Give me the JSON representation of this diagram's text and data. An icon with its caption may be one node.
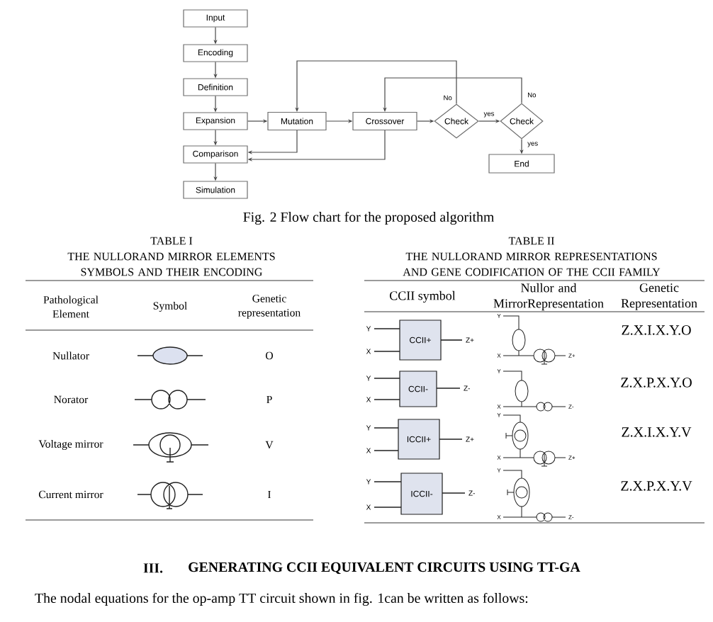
{
  "diagram": {
    "caption": "Fig. 2 Flow chart for the proposed algorithm",
    "nodes": [
      {
        "text": [
          "Input"
        ]
      },
      {
        "text": [
          "Encoding"
        ]
      },
      {
        "text": [
          "Definition"
        ]
      },
      {
        "text": [
          "Expansion"
        ]
      },
      {
        "text": [
          "Mutation"
        ]
      },
      {
        "text": [
          "Crossover"
        ]
      },
      {
        "text": [
          "Check"
        ]
      },
      {
        "text": [
          "Check"
        ]
      },
      {
        "text": [
          "Comparison"
        ]
      },
      {
        "text": [
          "End"
        ]
      },
      {
        "text": [
          "Simulation"
        ]
      },
      {
        "text": [
          "CCII+"
        ],
        "beside": [
          "Y",
          "X",
          "Z+"
        ]
      },
      {
        "text": [
          "CCII-"
        ],
        "beside": [
          "Y",
          "X",
          "Z-"
        ]
      },
      {
        "text": [
          "ICCII+"
        ],
        "beside": [
          "Y",
          "X",
          "Z+"
        ]
      },
      {
        "text": [
          "ICCII-"
        ],
        "beside": [
          "Y",
          "X",
          "Z-"
        ]
      }
    ],
    "edges": [
      {
        "from": 0,
        "to": 1,
        "arrow": "to"
      },
      {
        "from": 1,
        "to": 2,
        "arrow": "to"
      },
      {
        "from": 2,
        "to": 3,
        "arrow": "to"
      },
      {
        "from": 3,
        "to": 8,
        "arrow": "to"
      },
      {
        "from": 8,
        "to": 10,
        "arrow": "to"
      },
      {
        "from": 3,
        "to": 4,
        "arrow": "to"
      },
      {
        "from": 4,
        "to": 5,
        "arrow": "to"
      },
      {
        "from": 5,
        "to": 6,
        "arrow": "to"
      },
      {
        "from": 6,
        "to": 7,
        "arrow": "to",
        "label": "yes"
      },
      {
        "from": 7,
        "to": 9,
        "arrow": "to",
        "label": "yes"
      },
      {
        "from": 6,
        "to": 4,
        "arrow": "to",
        "label": "No"
      },
      {
        "from": 7,
        "to": 5,
        "arrow": "to",
        "label": "No"
      },
      {
        "from": 4,
        "to": 8,
        "arrow": "to"
      },
      {
        "from": 5,
        "to": 8,
        "arrow": "to"
      }
    ],
    "labels": [
      "TABLE I",
      "THE NULLORAND MIRROR ELEMENTS SYMBOLS AND THEIR ENCODING",
      "TABLE II",
      "THE NULLORAND MIRROR REPRESENTATIONS AND GENE CODIFICATION OF THE CCII FAMILY",
      "Pathological Element",
      "Symbol",
      "Genetic representation",
      "Nullator",
      "O",
      "Norator",
      "P",
      "Voltage mirror",
      "V",
      "Current mirror",
      "I",
      "CCII symbol",
      "Nullor and MirrorRepresentation",
      "Genetic Representation",
      "Y",
      "X",
      "Z+",
      "Z.X.I.X.Y.O",
      "Y",
      "X",
      "Z-",
      "Z.X.P.X.Y.O",
      "Y",
      "X",
      "Z+",
      "Z.X.I.X.Y.V",
      "Y",
      "X",
      "Z-",
      "Z.X.P.X.Y.V",
      "III.",
      "GENERATING CCII EQUIVALENT CIRCUITS USING TT-GA",
      "The nodal equations for the op-amp TT circuit shown in fig. 1can be written as follows:"
    ]
  }
}
